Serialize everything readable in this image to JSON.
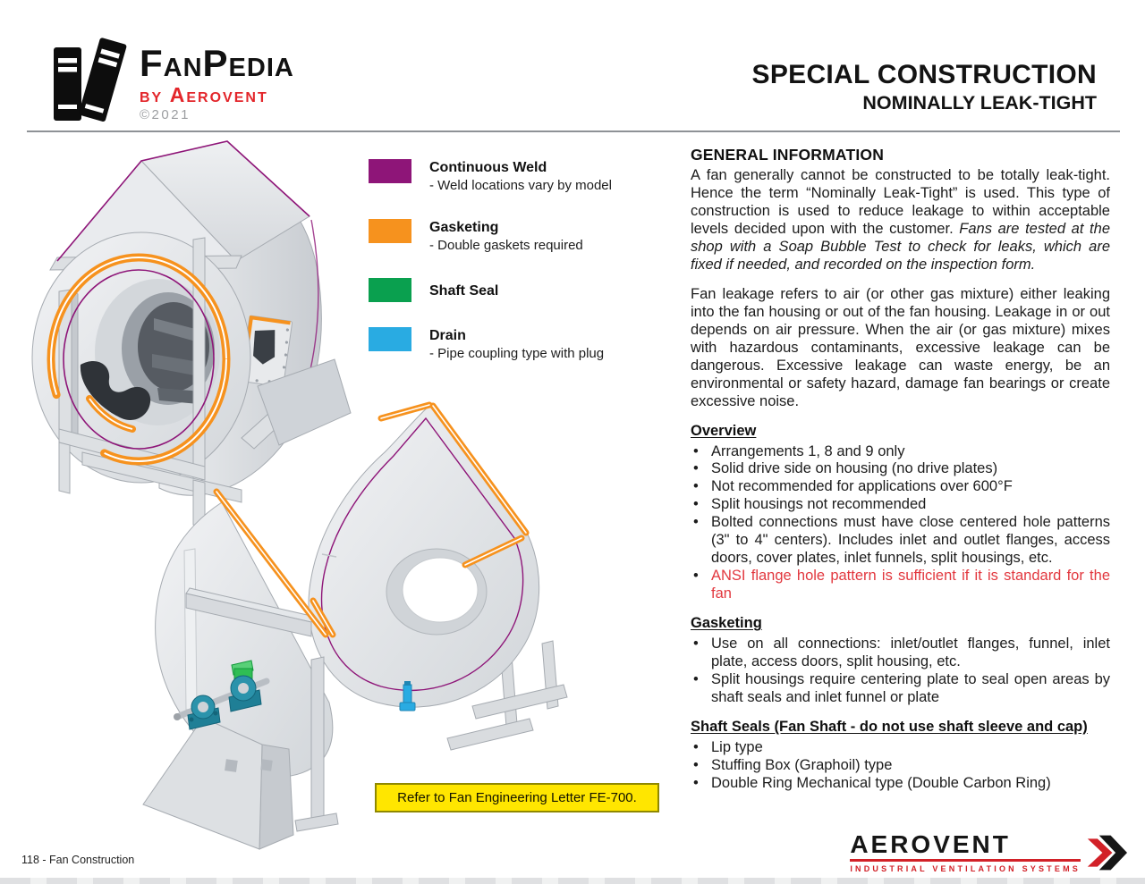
{
  "header": {
    "logo": {
      "title": "FanPedia",
      "byline": "by Aerovent",
      "copyright": "©2021"
    },
    "title_line1": "SPECIAL CONSTRUCTION",
    "title_line2": "NOMINALLY LEAK-TIGHT"
  },
  "legend": {
    "items": [
      {
        "label": "Continuous Weld",
        "note": "- Weld locations vary by model",
        "color": "#8E1578"
      },
      {
        "label": "Gasketing",
        "note": "- Double gaskets required",
        "color": "#F6921E"
      },
      {
        "label": "Shaft Seal",
        "note": "",
        "color": "#0AA04F"
      },
      {
        "label": "Drain",
        "note": "- Pipe coupling type with plug",
        "color": "#29ABE2"
      }
    ]
  },
  "content": {
    "section_title": "GENERAL INFORMATION",
    "para1_normal": "A fan generally cannot be constructed to be totally leak-tight. Hence the term “Nominally Leak-Tight” is used. This type of construction is used to reduce leakage to within acceptable levels decided upon with the customer. ",
    "para1_italic": "Fans are tested at the shop with a Soap Bubble Test to check for leaks, which are fixed if needed, and recorded on the inspection form.",
    "para2": "Fan leakage refers to air (or other gas mixture) either leaking into the fan housing or out of the fan housing. Leakage in or out depends on air pressure. When the air (or gas mixture) mixes with hazardous contaminants, excessive leakage can be dangerous. Excessive leakage can waste energy, be an environmental or safety hazard, damage fan bearings or create excessive noise.",
    "overview": {
      "heading": "Overview",
      "bullets": [
        "Arrangements 1, 8 and 9 only",
        "Solid drive side on housing (no drive plates)",
        "Not recommended for applications over 600°F",
        "Split housings not recommended",
        "Bolted connections must have close centered hole patterns (3\" to 4\" centers). Includes inlet and outlet flanges, access doors, cover plates, inlet funnels, split housings, etc.",
        "ANSI flange hole pattern is sufficient if it is standard for the fan"
      ]
    },
    "gasketing": {
      "heading": "Gasketing",
      "bullets": [
        "Use on all connections: inlet/outlet flanges, funnel, inlet plate, access doors, split housing, etc.",
        "Split housings require centering plate to seal open areas by shaft seals and inlet funnel or plate"
      ]
    },
    "shaft_seals": {
      "heading": "Shaft Seals (Fan Shaft - do not use shaft sleeve and cap)",
      "bullets": [
        "Lip type",
        "Stuffing Box (Graphoil) type",
        "Double Ring Mechanical type (Double Carbon Ring)"
      ]
    }
  },
  "note_box": {
    "text": "Refer to Fan Engineering Letter FE-700."
  },
  "footer": {
    "page_label": "118 - Fan Construction",
    "brand": "AEROVENT",
    "brand_sub": "INDUSTRIAL VENTILATION SYSTEMS"
  },
  "colors": {
    "weld_purple": "#8E1578",
    "gasket_orange": "#F6921E",
    "seal_green": "#0AA04F",
    "drain_blue": "#29ABE2",
    "accent_red": "#E2383F",
    "note_yellow": "#FFE600",
    "brand_red": "#D22128"
  }
}
